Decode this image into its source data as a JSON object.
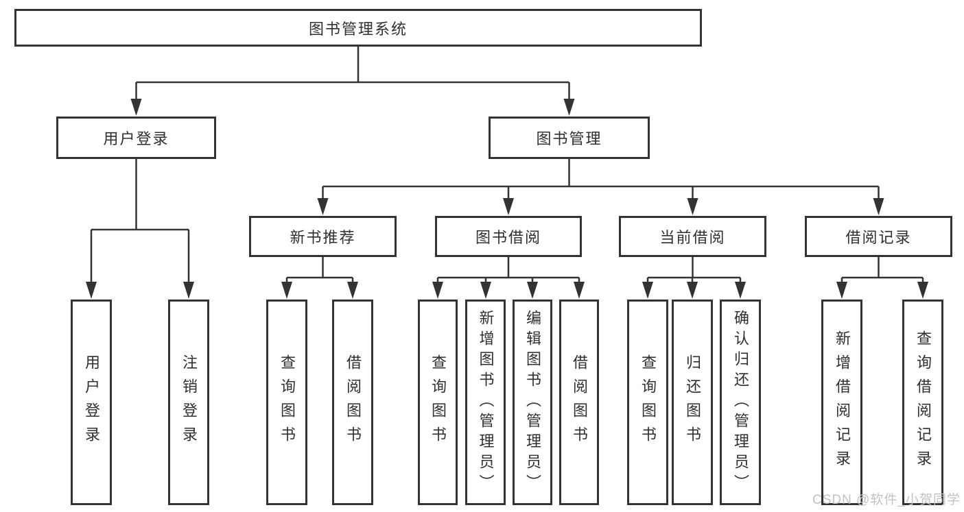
{
  "tree": {
    "label": "图书管理系统",
    "children": [
      {
        "label": "用户登录",
        "children": [
          {
            "label": "用户登录"
          },
          {
            "label": "注销登录"
          }
        ]
      },
      {
        "label": "图书管理",
        "children": [
          {
            "label": "新书推荐",
            "children": [
              {
                "label": "查询图书"
              },
              {
                "label": "借阅图书"
              }
            ]
          },
          {
            "label": "图书借阅",
            "children": [
              {
                "label": "查询图书"
              },
              {
                "label": "新增图书（管理员）"
              },
              {
                "label": "编辑图书（管理员）"
              },
              {
                "label": "借阅图书"
              }
            ]
          },
          {
            "label": "当前借阅",
            "children": [
              {
                "label": "查询图书"
              },
              {
                "label": "归还图书"
              },
              {
                "label": "确认归还（管理员）"
              }
            ]
          },
          {
            "label": "借阅记录",
            "children": [
              {
                "label": "新增借阅记录"
              },
              {
                "label": "查询借阅记录"
              }
            ]
          }
        ]
      }
    ]
  },
  "watermark": {
    "text": "CSDN @软件_小贺同学"
  },
  "colors": {
    "line": "#333333",
    "box_border": "#333333",
    "box_background": "#ffffff",
    "text": "#2f2f2f",
    "watermark": "#c2c2c2"
  }
}
